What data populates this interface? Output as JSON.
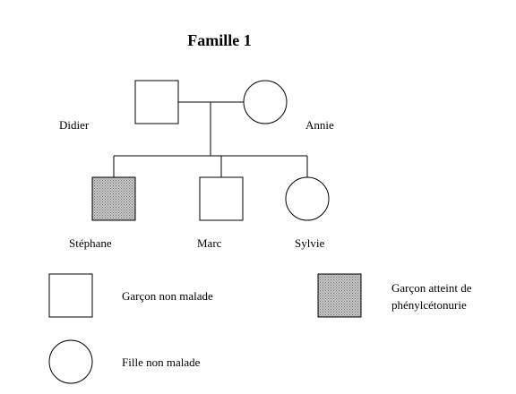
{
  "title": "Famille 1",
  "people": {
    "father": {
      "name": "Didier",
      "sex": "male",
      "affected": false
    },
    "mother": {
      "name": "Annie",
      "sex": "female",
      "affected": false
    },
    "child1": {
      "name": "Stéphane",
      "sex": "male",
      "affected": true
    },
    "child2": {
      "name": "Marc",
      "sex": "male",
      "affected": false
    },
    "child3": {
      "name": "Sylvie",
      "sex": "female",
      "affected": false
    }
  },
  "legend": {
    "male_healthy": "Garçon non malade",
    "female_healthy": "Fille non malade",
    "male_affected_line1": "Garçon atteint de",
    "male_affected_line2": "phénylcétonurie"
  },
  "colors": {
    "stroke": "#000000",
    "affected_fill": "#a8a8a8"
  }
}
